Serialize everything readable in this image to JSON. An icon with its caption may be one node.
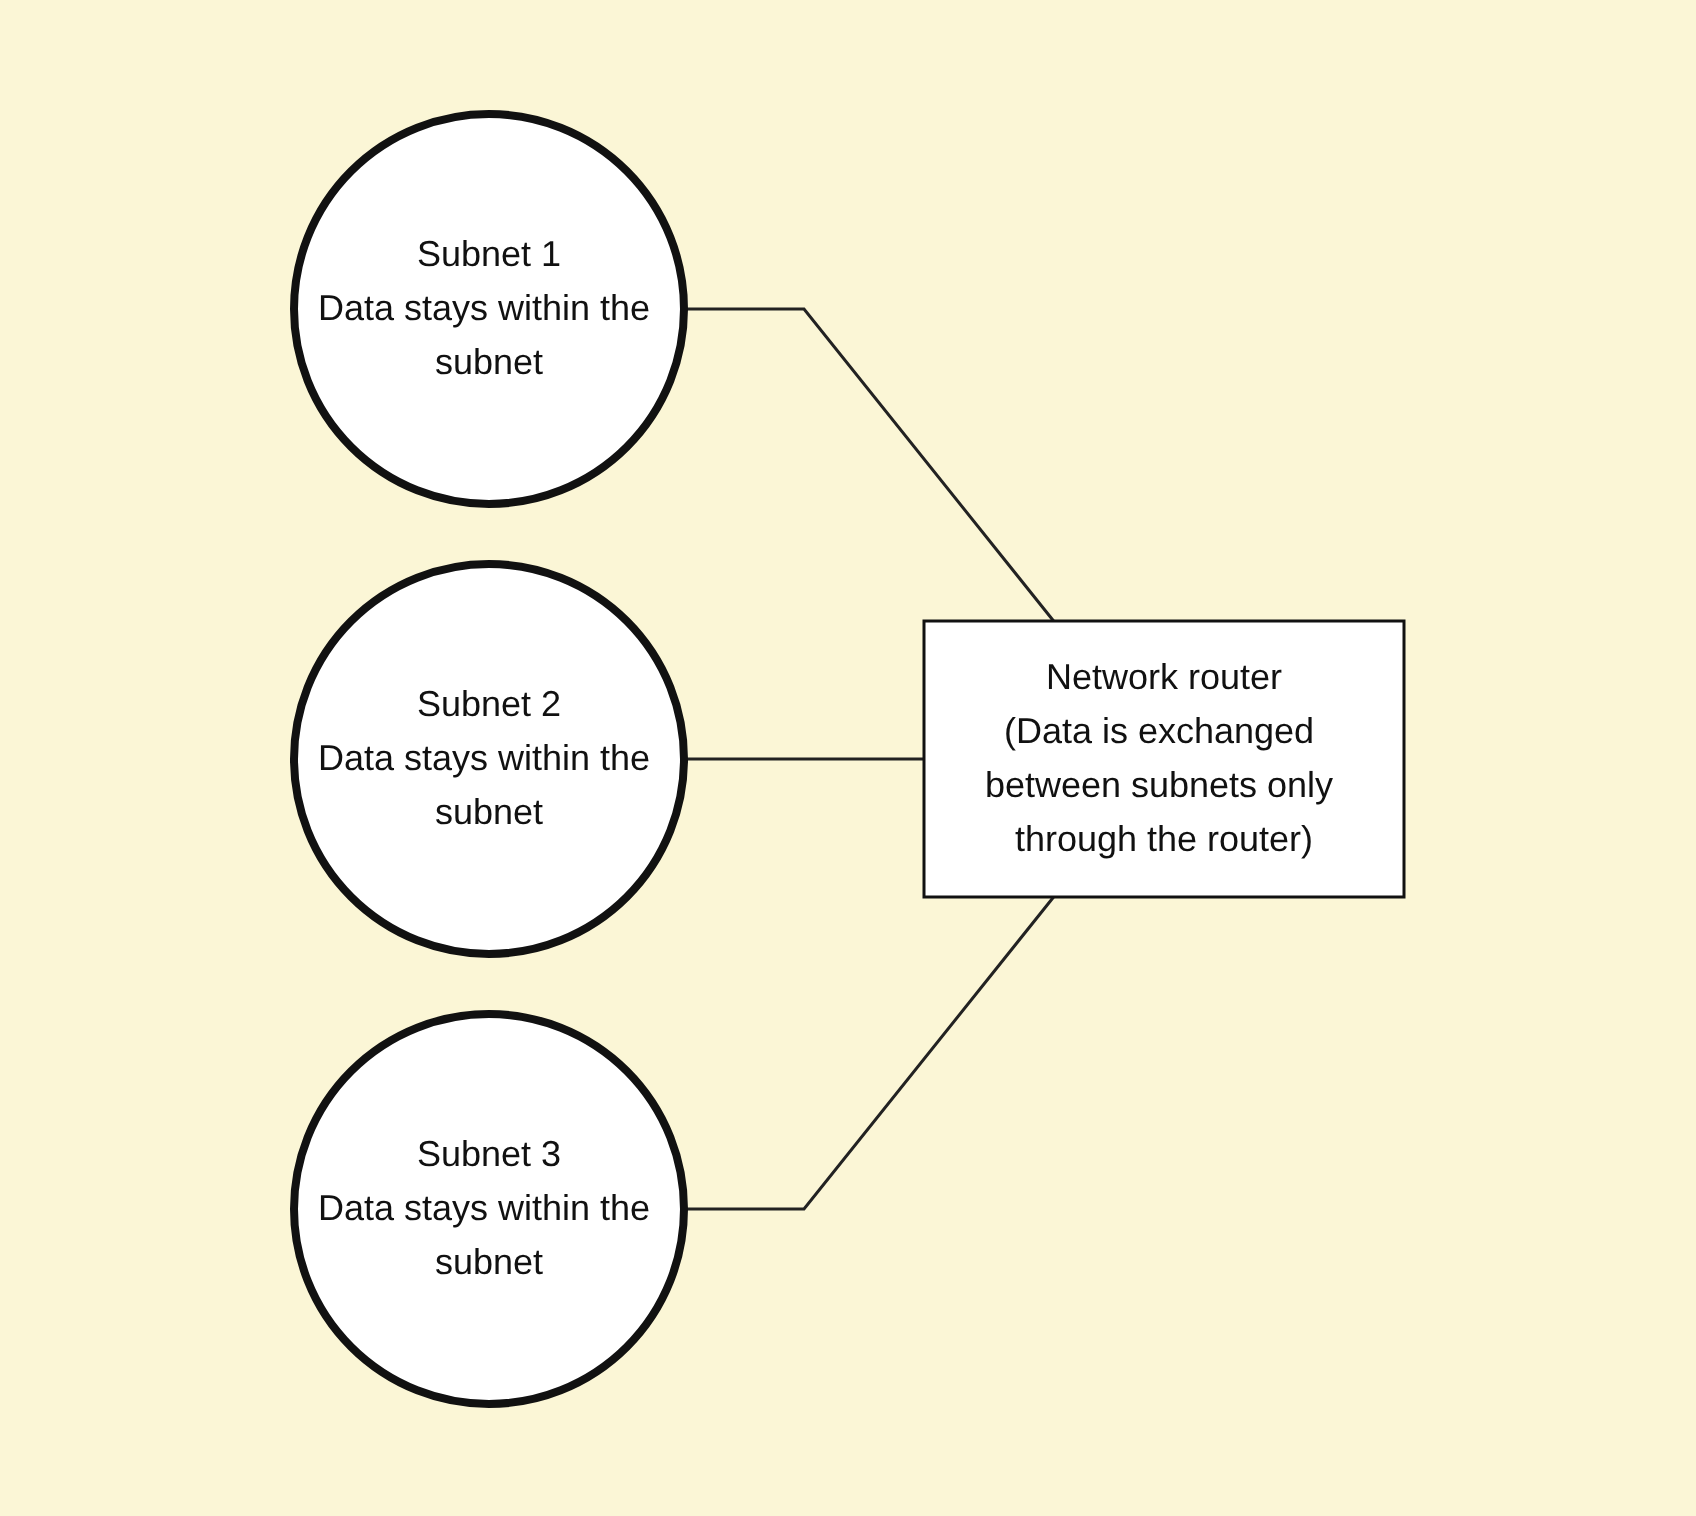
{
  "diagram": {
    "nodes": [
      {
        "text": [
          "Subnet 1",
          "Data stays within the subnet"
        ]
      },
      {
        "text": [
          "Subnet 2",
          "Data stays within the subnet"
        ]
      },
      {
        "text": [
          "Subnet 3",
          "Data stays within the subnet"
        ]
      },
      {
        "text": [
          "Network router",
          "(Data is exchanged between subnets only through the router)"
        ]
      }
    ],
    "edges": [
      {
        "from": 0,
        "to": 3,
        "arrow": "none"
      },
      {
        "from": 1,
        "to": 3,
        "arrow": "none"
      },
      {
        "from": 2,
        "to": 3,
        "arrow": "none"
      }
    ]
  }
}
